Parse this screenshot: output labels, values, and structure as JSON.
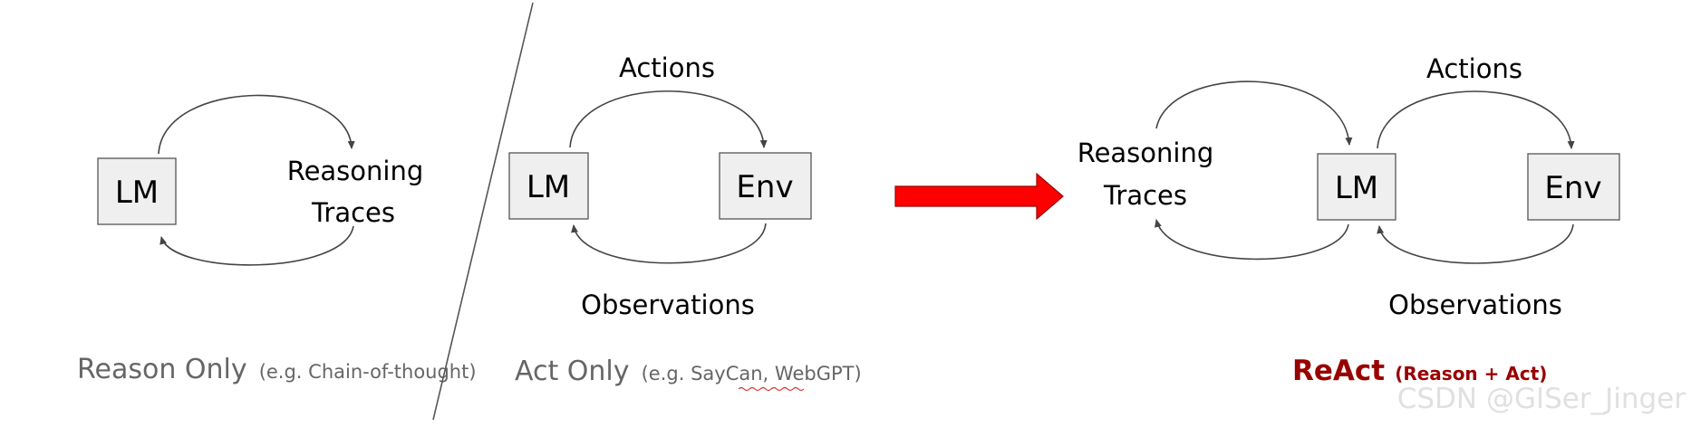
{
  "panels": {
    "reason_only": {
      "lm": "LM",
      "reasoning_line1": "Reasoning",
      "reasoning_line2": "Traces",
      "caption_main": "Reason Only",
      "caption_sub": "(e.g. Chain-of-thought)"
    },
    "act_only": {
      "lm": "LM",
      "env": "Env",
      "actions": "Actions",
      "observations": "Observations",
      "caption_main": "Act Only",
      "caption_sub_open": "(e.g. SayCan, ",
      "caption_sub_link": "WebGPT",
      "caption_sub_close": ")"
    },
    "react": {
      "reasoning_line1": "Reasoning",
      "reasoning_line2": "Traces",
      "lm": "LM",
      "env": "Env",
      "actions": "Actions",
      "observations": "Observations",
      "caption_main": "ReAct",
      "caption_sub": "(Reason + Act)"
    }
  },
  "colors": {
    "arrow": "#ff0000",
    "react_caption": "#990000"
  },
  "watermark": "CSDN @GISer_Jinger"
}
